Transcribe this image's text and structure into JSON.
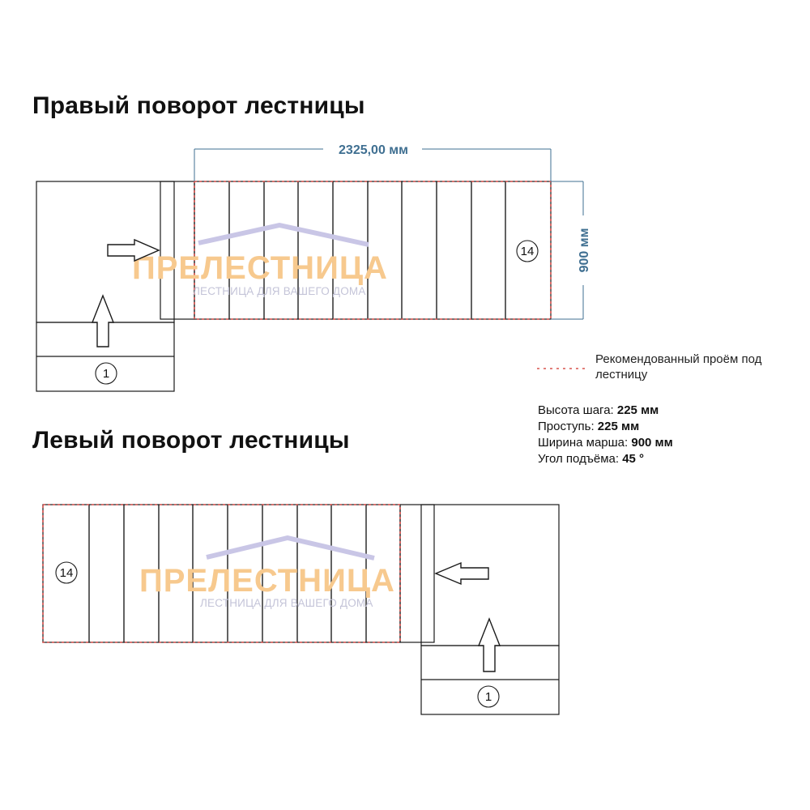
{
  "diagram": {
    "right_title": "Правый поворот лестницы",
    "left_title": "Левый поворот лестницы",
    "length_dimension": "2325,00 мм",
    "width_dimension": "900 мм",
    "first_step_number": "1",
    "last_step_number": "14",
    "watermark": {
      "name": "ПРЕЛЕСТНИЦА",
      "tagline": "ЛЕСТНИЦА ДЛЯ ВАШЕГО ДОМА"
    },
    "legend": {
      "label": "Рекомендованный проём под лестницу",
      "line_color": "#d9534f"
    },
    "specs": [
      {
        "label": "Высота шага: ",
        "value": "225 мм"
      },
      {
        "label": "Проступь: ",
        "value": "225 мм"
      },
      {
        "label": "Ширина марша: ",
        "value": "900 мм"
      },
      {
        "label": "Угол подъёма: ",
        "value": "45 °"
      }
    ],
    "colors": {
      "outline": "#1a1a1a",
      "dimension": "#3f6f91",
      "watermark_text": "#f7c98e",
      "watermark_roof": "#c9c6e6"
    }
  }
}
